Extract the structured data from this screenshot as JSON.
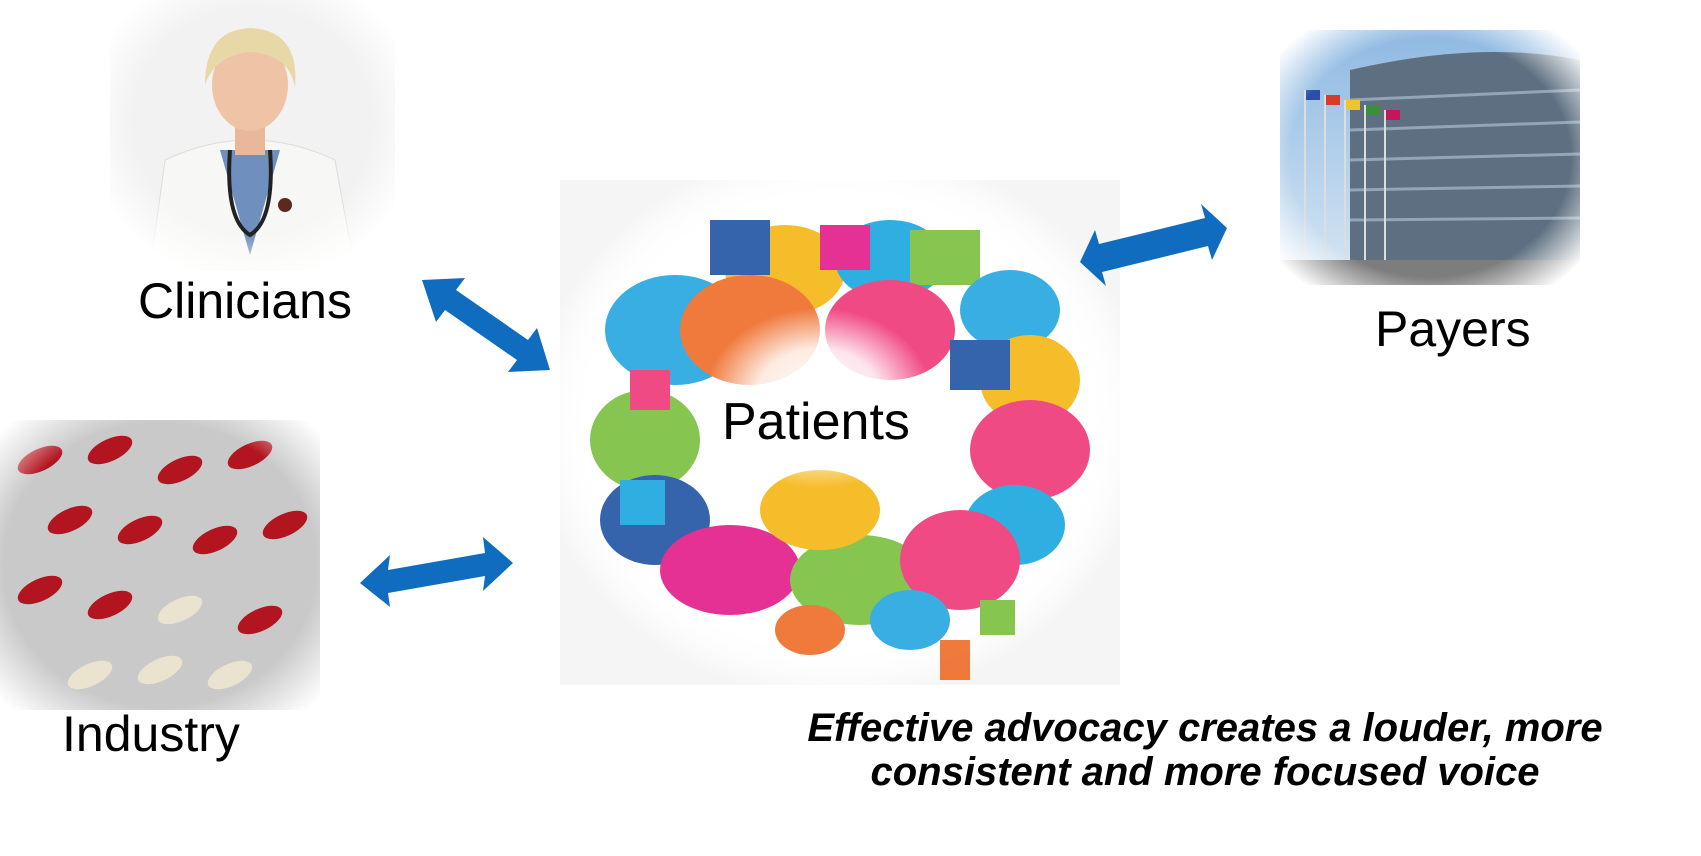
{
  "stakeholders": {
    "clinicians": "Clinicians",
    "payers": "Payers",
    "industry": "Industry",
    "patients": "Patients"
  },
  "tagline": {
    "line1": "Effective advocacy creates a louder, more",
    "line2": "consistent and more focused voice"
  },
  "colors": {
    "arrow": "#0f6cbf"
  }
}
